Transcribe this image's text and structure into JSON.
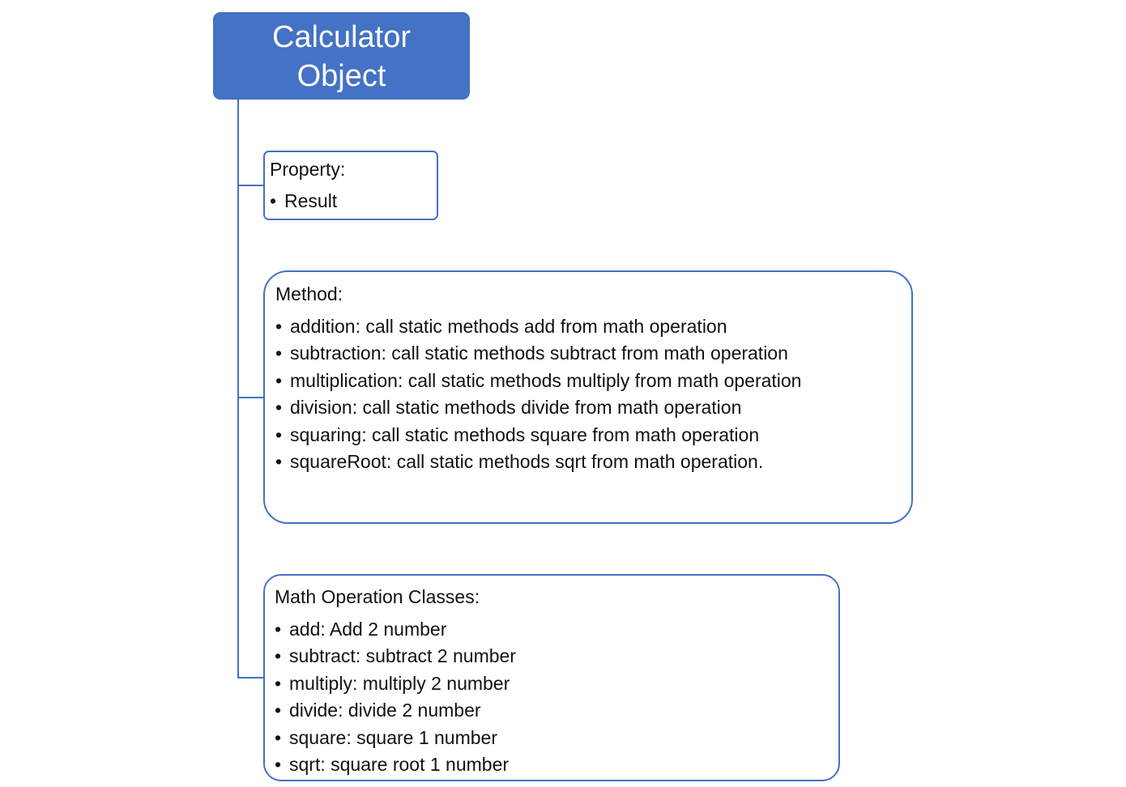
{
  "root": {
    "title_line_1": "Calculator",
    "title_line_2": "Object"
  },
  "property": {
    "heading": "Property:",
    "items": [
      "Result"
    ]
  },
  "methods": {
    "heading": "Method:",
    "items": [
      "addition: call static methods add from math operation",
      "subtraction: call static methods subtract from math operation",
      "multiplication: call static methods multiply from math operation",
      "division: call static methods divide from math operation",
      "squaring: call static methods square from math operation",
      "squareRoot: call static methods sqrt from math operation."
    ]
  },
  "classes": {
    "heading": "Math Operation Classes:",
    "items": [
      "add: Add 2 number",
      "subtract: subtract 2 number",
      "multiply: multiply 2 number",
      "divide: divide 2 number",
      "square: square 1 number",
      "sqrt: square root 1 number"
    ]
  },
  "colors": {
    "accent": "#4472C4",
    "node_fill": "#FFFFFF",
    "text": "#111111"
  }
}
